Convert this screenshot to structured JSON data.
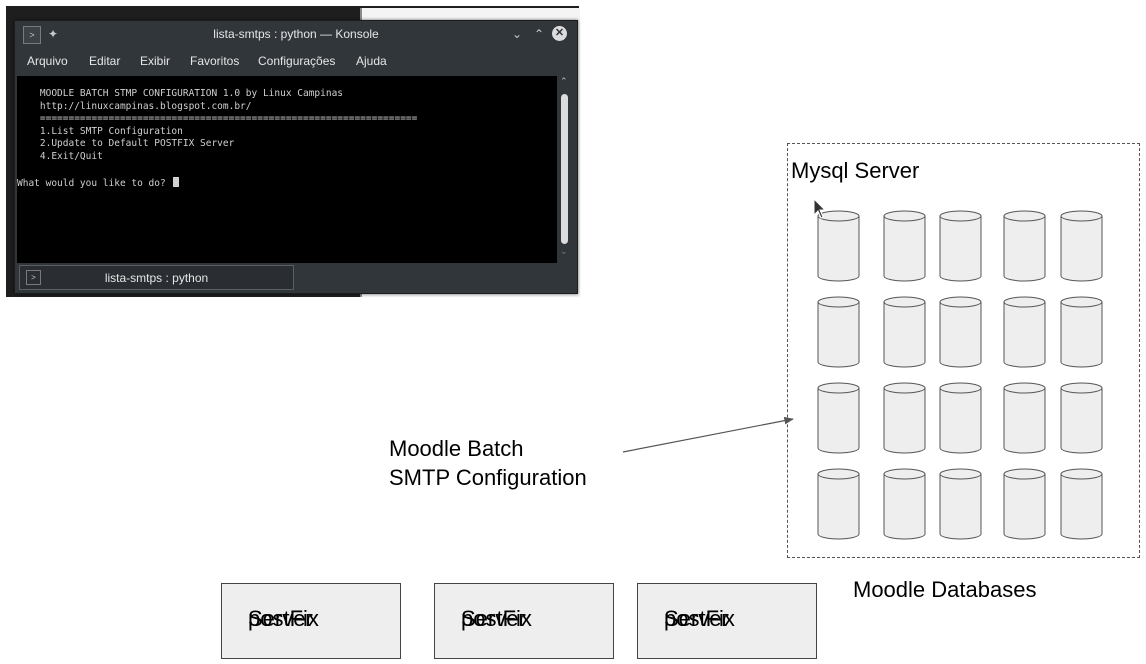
{
  "konsole": {
    "title": "lista-smtps : python — Konsole",
    "menu": [
      "Arquivo",
      "Editar",
      "Exibir",
      "Favoritos",
      "Configurações",
      "Ajuda"
    ],
    "terminal_lines": [
      "    MOODLE BATCH STMP CONFIGURATION 1.0 by Linux Campinas",
      "    http://linuxcampinas.blogspot.com.br/",
      "    ==================================================================",
      "    1.List SMTP Configuration",
      "    2.Update to Default POSTFIX Server",
      "    4.Exit/Quit",
      "",
      "What would you like to do? "
    ],
    "tab_label": "lista-smtps : python"
  },
  "diagram": {
    "mysql_label": "Mysql Server",
    "databases_label": "Moodle Databases",
    "batch_label_line1": "Moodle Batch",
    "batch_label_line2": "SMTP Configuration",
    "postfix_servers": [
      {
        "line1": "postFix",
        "line2": "Server"
      },
      {
        "line1": "postFix",
        "line2": "Server"
      },
      {
        "line1": "postFix",
        "line2": "Server"
      }
    ]
  },
  "colors": {
    "terminal_bg": "#000000",
    "window_chrome": "#31363b",
    "cylinder_fill": "#eeeeee",
    "box_fill": "#eeeeee"
  }
}
